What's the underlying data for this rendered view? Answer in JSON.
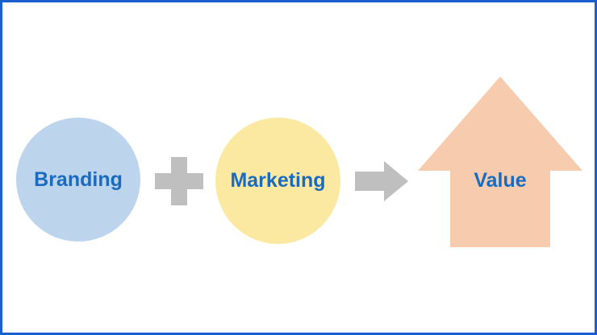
{
  "diagram": {
    "items": {
      "branding": "Branding",
      "marketing": "Marketing",
      "value": "Value"
    },
    "operators": {
      "plus": "plus-sign",
      "arrow": "right-arrow"
    },
    "colors": {
      "frame_border": "#1a5fd0",
      "branding_fill": "#bcd5ec",
      "marketing_fill": "#fbe9a2",
      "value_fill": "#f6cbae",
      "operator_fill": "#bfbfbf",
      "label_text": "#1a6bbf"
    }
  }
}
